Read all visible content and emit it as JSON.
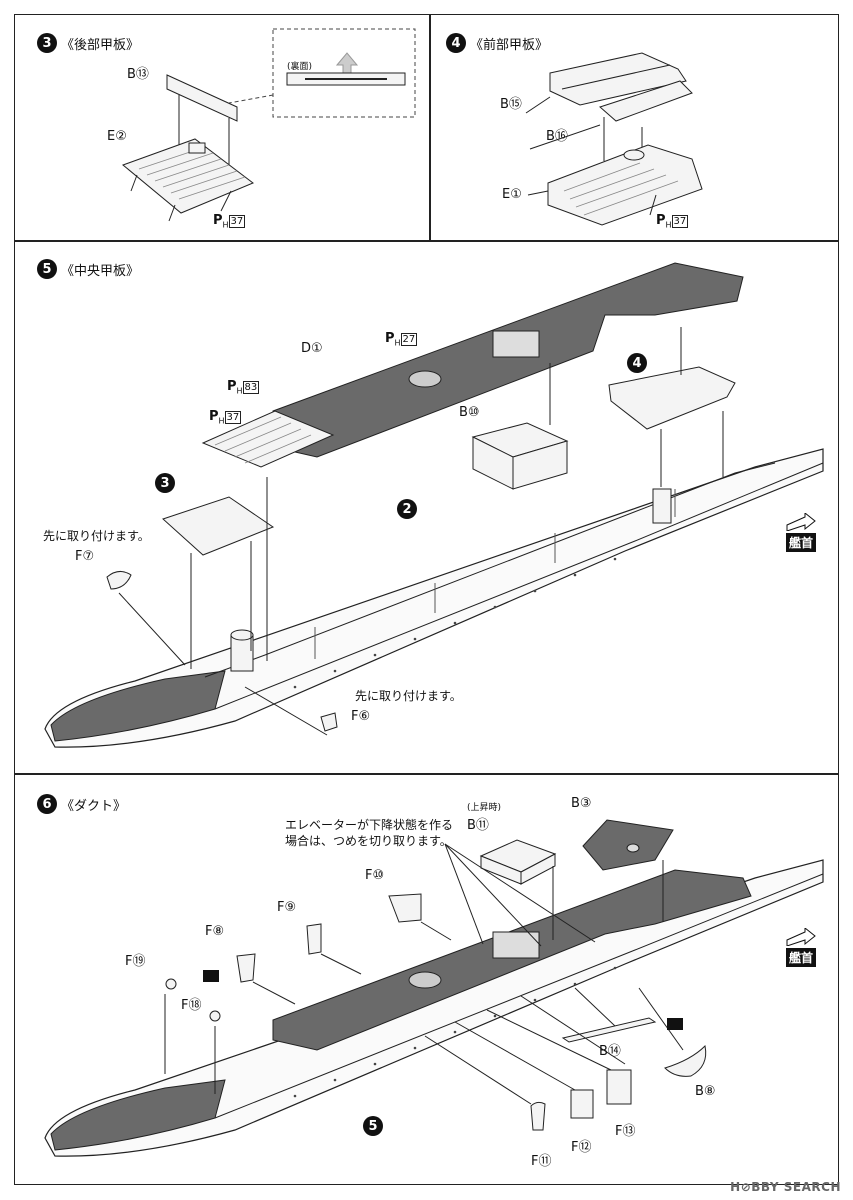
{
  "steps": {
    "step3": {
      "num": "3",
      "title": "《後部甲板》",
      "labels": {
        "b13": "B⑬",
        "e2": "E②",
        "ph37": "37"
      },
      "inset_label": "(裏面)"
    },
    "step4": {
      "num": "4",
      "title": "《前部甲板》",
      "labels": {
        "b15": "B⑮",
        "b16": "B⑯",
        "e1": "E①",
        "ph37": "37"
      }
    },
    "step5": {
      "num": "5",
      "title": "《中央甲板》",
      "labels": {
        "d1": "D①",
        "ph27": "27",
        "ph83": "83",
        "ph37": "37",
        "b10": "B⑩",
        "ref4": "4",
        "ref2": "2",
        "ref3": "3",
        "f7": "F⑦",
        "f6": "F⑥"
      },
      "notes": {
        "first_f7": "先に取り付けます。",
        "first_f6": "先に取り付けます。"
      },
      "bow_label": "艦首"
    },
    "step6": {
      "num": "6",
      "title": "《ダクト》",
      "labels": {
        "b3": "B③",
        "b11": "B⑪",
        "f10": "F⑩",
        "f9": "F⑨",
        "f8": "F⑧",
        "f19": "F⑲",
        "f18": "F⑱",
        "b14": "B⑭",
        "b8": "B⑧",
        "f11": "F⑪",
        "f12": "F⑫",
        "f13": "F⑬",
        "ref5": "5"
      },
      "raised_label": "(上昇時)",
      "elevator_note_1": "エレベーターが下降状態を作る",
      "elevator_note_2": "場合は、つめを切り取ります。",
      "bow_label": "艦首"
    }
  },
  "ph_prefix": "P",
  "ph_sub": "H",
  "watermark": "H⊘BBY SEARCH"
}
